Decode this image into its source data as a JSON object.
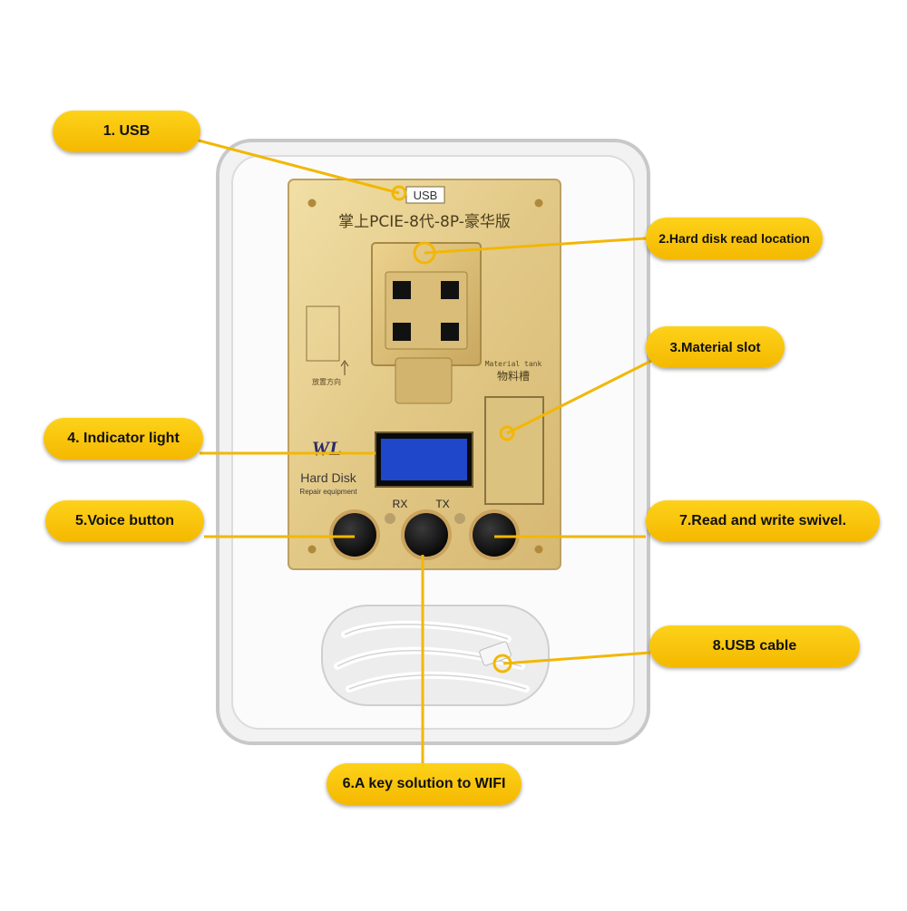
{
  "device": {
    "usb_port_label": "USB",
    "model_title": "掌上PCIE-8代-8P-豪华版",
    "logo_text": "WL",
    "brand_line1": "Hard Disk",
    "brand_line2": "Repair equipment",
    "rx_label": "RX",
    "tx_label": "TX",
    "material_tank_en": "Material tank",
    "material_tank_cn": "物料槽",
    "placement_text": "放置方向"
  },
  "callouts": [
    {
      "id": "usb",
      "text": "1. USB"
    },
    {
      "id": "hdd",
      "text": "2.Hard disk read location"
    },
    {
      "id": "slot",
      "text": "3.Material slot"
    },
    {
      "id": "indicator",
      "text": "4. Indicator light"
    },
    {
      "id": "voice",
      "text": "5.Voice button"
    },
    {
      "id": "wifi",
      "text": "6.A key solution to WIFI"
    },
    {
      "id": "swivel",
      "text": "7.Read and write swivel."
    },
    {
      "id": "cable",
      "text": "8.USB cable"
    }
  ],
  "colors": {
    "callout_fill": "#f9c514",
    "leader_line": "#f2b705",
    "plate_gold": "#e6cf8e",
    "indicator_blue": "#1f47c9"
  }
}
